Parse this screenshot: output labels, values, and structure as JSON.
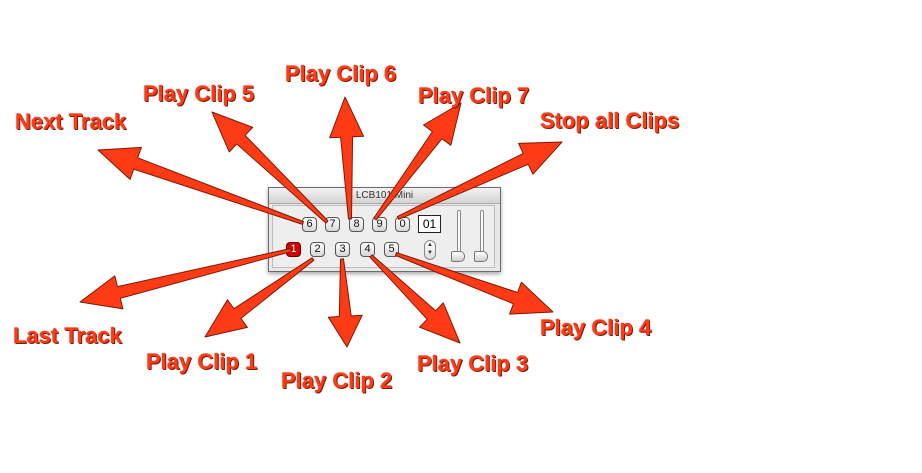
{
  "window": {
    "title": "LCB101  Mini"
  },
  "clips_top": [
    "6",
    "7",
    "8",
    "9",
    "0"
  ],
  "clips_bottom": [
    "1",
    "2",
    "3",
    "4",
    "5"
  ],
  "track_display": "01",
  "stepper": {
    "up": "▲",
    "down": "▼"
  },
  "sliders": [
    {
      "level": 0.0
    },
    {
      "level": 0.0
    }
  ],
  "annotations": {
    "next_track": "Next Track",
    "last_track": "Last Track",
    "play_clip_1": "Play Clip 1",
    "play_clip_2": "Play Clip 2",
    "play_clip_3": "Play Clip 3",
    "play_clip_4": "Play Clip 4",
    "play_clip_5": "Play Clip 5",
    "play_clip_6": "Play Clip 6",
    "play_clip_7": "Play Clip 7",
    "stop_all_clips": "Stop all Clips"
  },
  "colors": {
    "annotation": "#ff3b16",
    "annotation_outline": "#7a1a08",
    "active_clip": "#d40000"
  }
}
